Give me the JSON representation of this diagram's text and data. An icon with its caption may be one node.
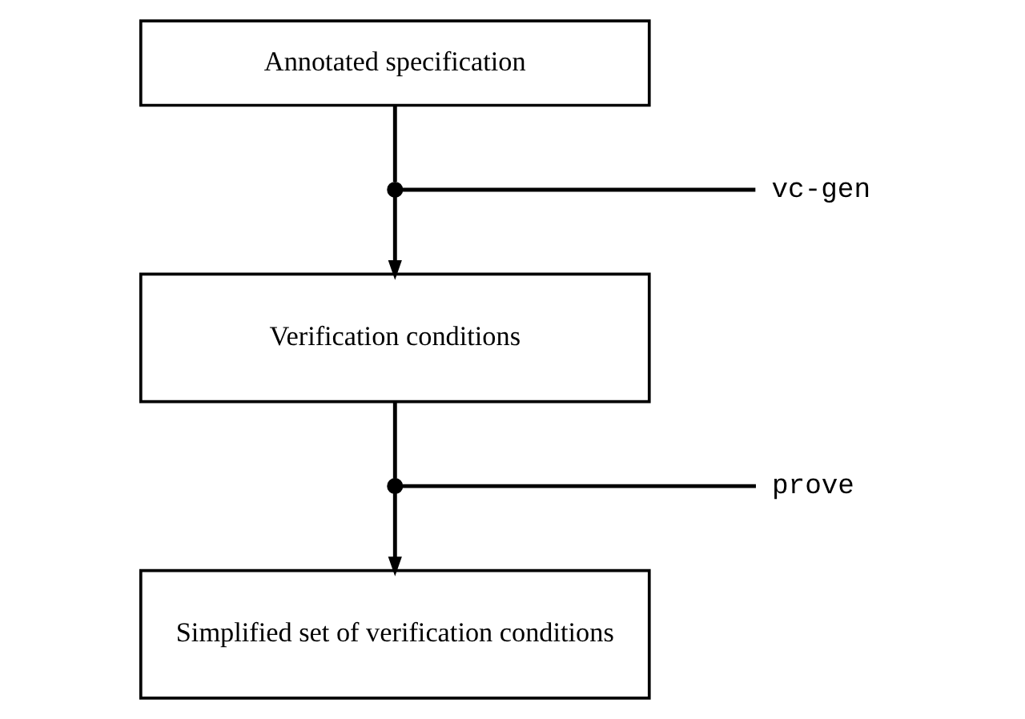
{
  "diagram": {
    "nodes": [
      {
        "text": [
          "Annotated specification"
        ]
      },
      {
        "text": [],
        "shape": "circle"
      },
      {
        "text": [
          "vc-gen"
        ]
      },
      {
        "text": [
          "Verification conditions"
        ]
      },
      {
        "text": [],
        "shape": "circle"
      },
      {
        "text": [
          "prove"
        ]
      },
      {
        "text": [
          "Simplified set of verification conditions"
        ]
      }
    ],
    "edges": [
      {
        "from": 0,
        "to": 1,
        "arrow": "none"
      },
      {
        "from": 1,
        "to": 3,
        "arrow": "to"
      },
      {
        "from": 2,
        "to": 1,
        "arrow": "none"
      },
      {
        "from": 3,
        "to": 4,
        "arrow": "none"
      },
      {
        "from": 4,
        "to": 6,
        "arrow": "to"
      },
      {
        "from": 5,
        "to": 4,
        "arrow": "none"
      }
    ]
  }
}
